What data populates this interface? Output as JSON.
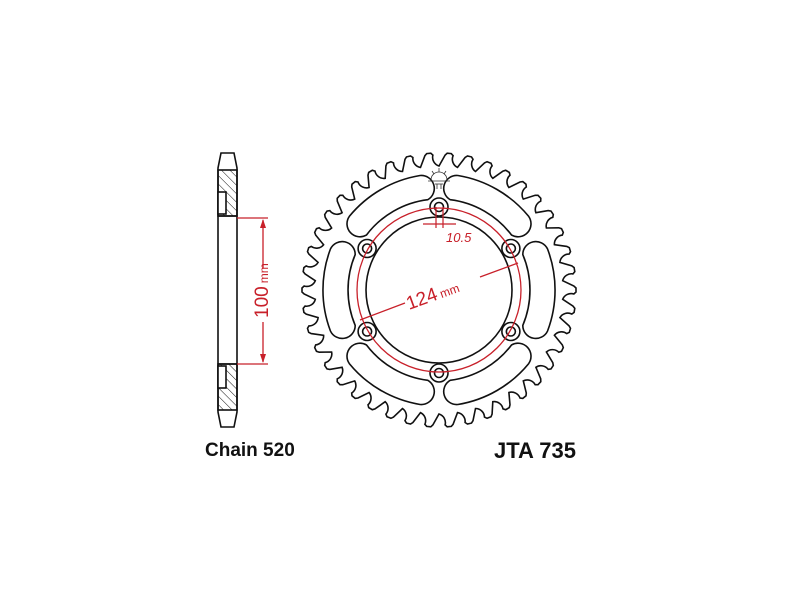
{
  "labels": {
    "chain": "Chain 520",
    "part_code": "JTA 735"
  },
  "dimensions": {
    "hub_height_value": "100",
    "hub_height_unit": "mm",
    "bolt_circle_value": "124",
    "bolt_circle_unit": "mm",
    "bolt_hole_value": "10.5"
  },
  "sprocket": {
    "teeth": 42,
    "bolt_holes": 6,
    "slots": 6
  },
  "colors": {
    "line": "#111111",
    "dimension": "#c8202a"
  }
}
